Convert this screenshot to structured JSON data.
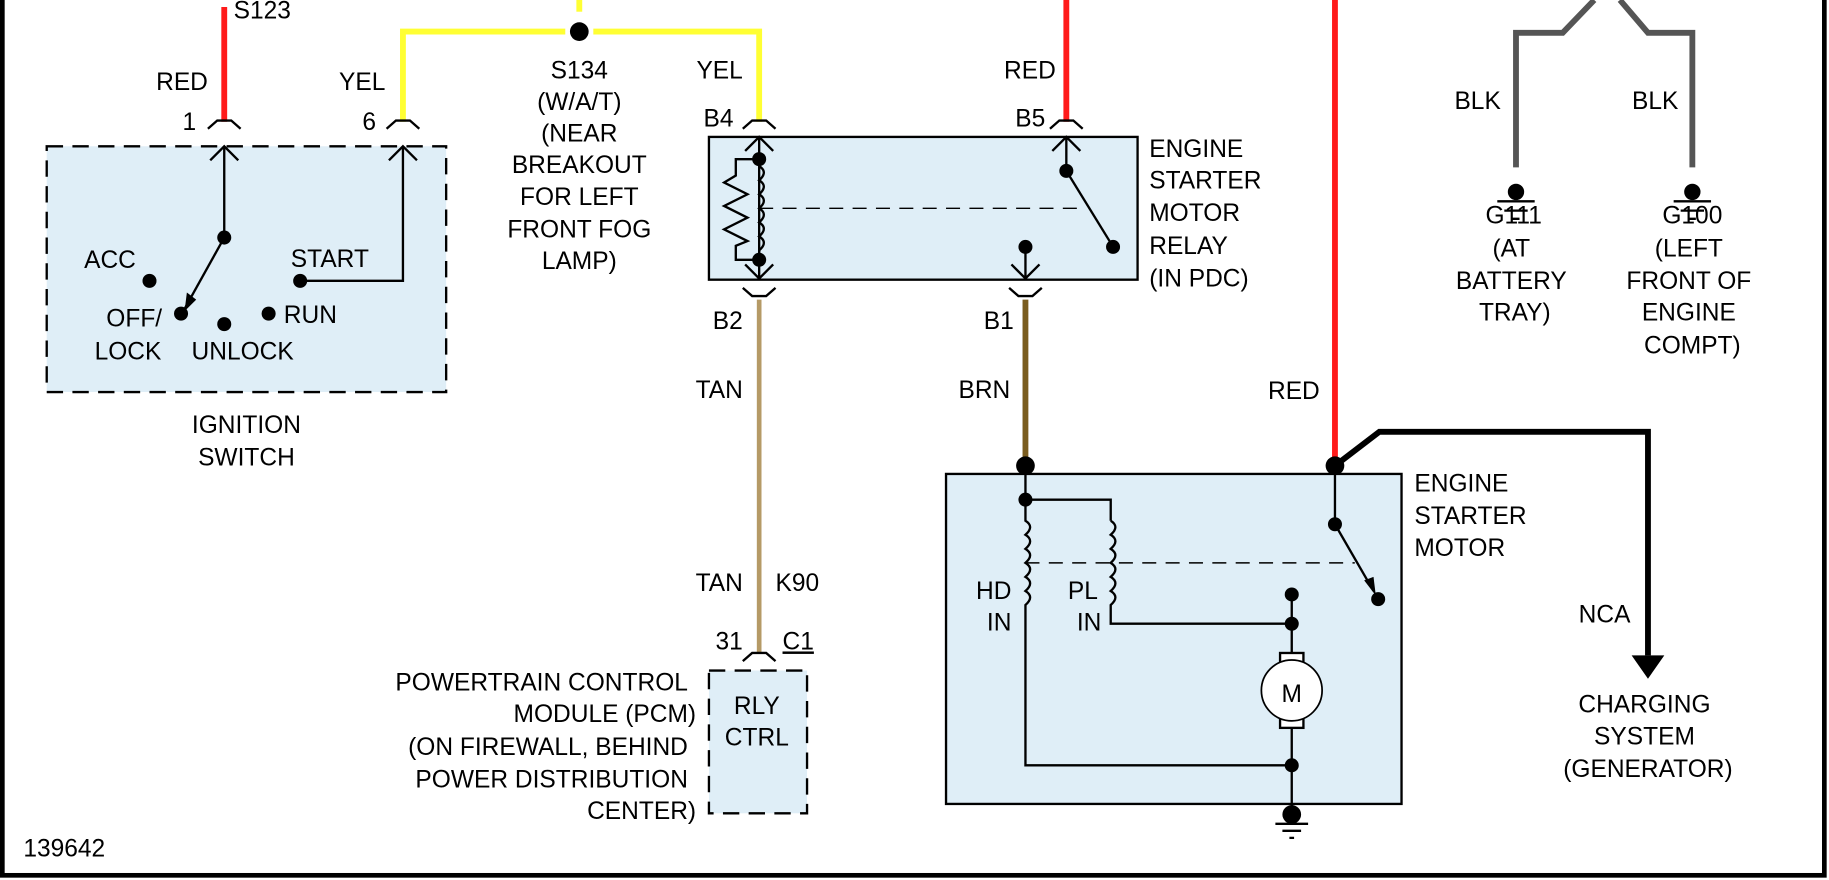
{
  "diagram": {
    "id_number": "139642",
    "colors": {
      "RED": "#ff1a1a",
      "YEL": "#ffff33",
      "TAN": "#b59a66",
      "BRN": "#7a5c1e",
      "BLK": "#555555",
      "component_fill": "#dfeef7"
    },
    "ignition_switch": {
      "name_line1": "IGNITION",
      "name_line2": "SWITCH",
      "pin1_label": "1",
      "pin6_label": "6",
      "positions": {
        "acc": "ACC",
        "off": "OFF/",
        "lock": "LOCK",
        "unlock": "UNLOCK",
        "run": "RUN",
        "start": "START"
      }
    },
    "wires": {
      "s123_label": "S123",
      "red_ign": "RED",
      "yel_ign": "YEL",
      "yel_relay": "YEL",
      "red_relay": "RED",
      "tan_upper": "TAN",
      "tan_lower": "TAN",
      "circuit_k90": "K90",
      "brn": "BRN",
      "red_starter": "RED",
      "blk_left": "BLK",
      "blk_right": "BLK",
      "nca": "NCA"
    },
    "splice_s134": {
      "line1": "S134",
      "line2": "(W/A/T)",
      "line3": "(NEAR",
      "line4": "BREAKOUT",
      "line5": "FOR LEFT",
      "line6": "FRONT FOG",
      "line7": "LAMP)"
    },
    "relay": {
      "pin_b4": "B4",
      "pin_b5": "B5",
      "pin_b2": "B2",
      "pin_b1": "B1",
      "line1": "ENGINE",
      "line2": "STARTER",
      "line3": "MOTOR",
      "line4": "RELAY",
      "line5": "(IN PDC)"
    },
    "pcm": {
      "pin": "31",
      "connector": "C1",
      "inner_line1": "RLY",
      "inner_line2": "CTRL",
      "line1": "POWERTRAIN CONTROL",
      "line2": "MODULE (PCM)",
      "line3": "(ON FIREWALL, BEHIND",
      "line4": "POWER DISTRIBUTION",
      "line5": "CENTER)"
    },
    "starter_motor": {
      "line1": "ENGINE",
      "line2": "STARTER",
      "line3": "MOTOR",
      "hd_line1": "HD",
      "hd_line2": "IN",
      "pl_line1": "PL",
      "pl_line2": "IN",
      "motor_symbol": "M"
    },
    "ground_g111": {
      "line1": "G111",
      "line2": "(AT",
      "line3": "BATTERY",
      "line4": "TRAY)"
    },
    "ground_g100": {
      "line1": "G100",
      "line2": "(LEFT",
      "line3": "FRONT OF",
      "line4": "ENGINE",
      "line5": "COMPT)"
    },
    "charging": {
      "line1": "CHARGING",
      "line2": "SYSTEM",
      "line3": "(GENERATOR)"
    }
  }
}
